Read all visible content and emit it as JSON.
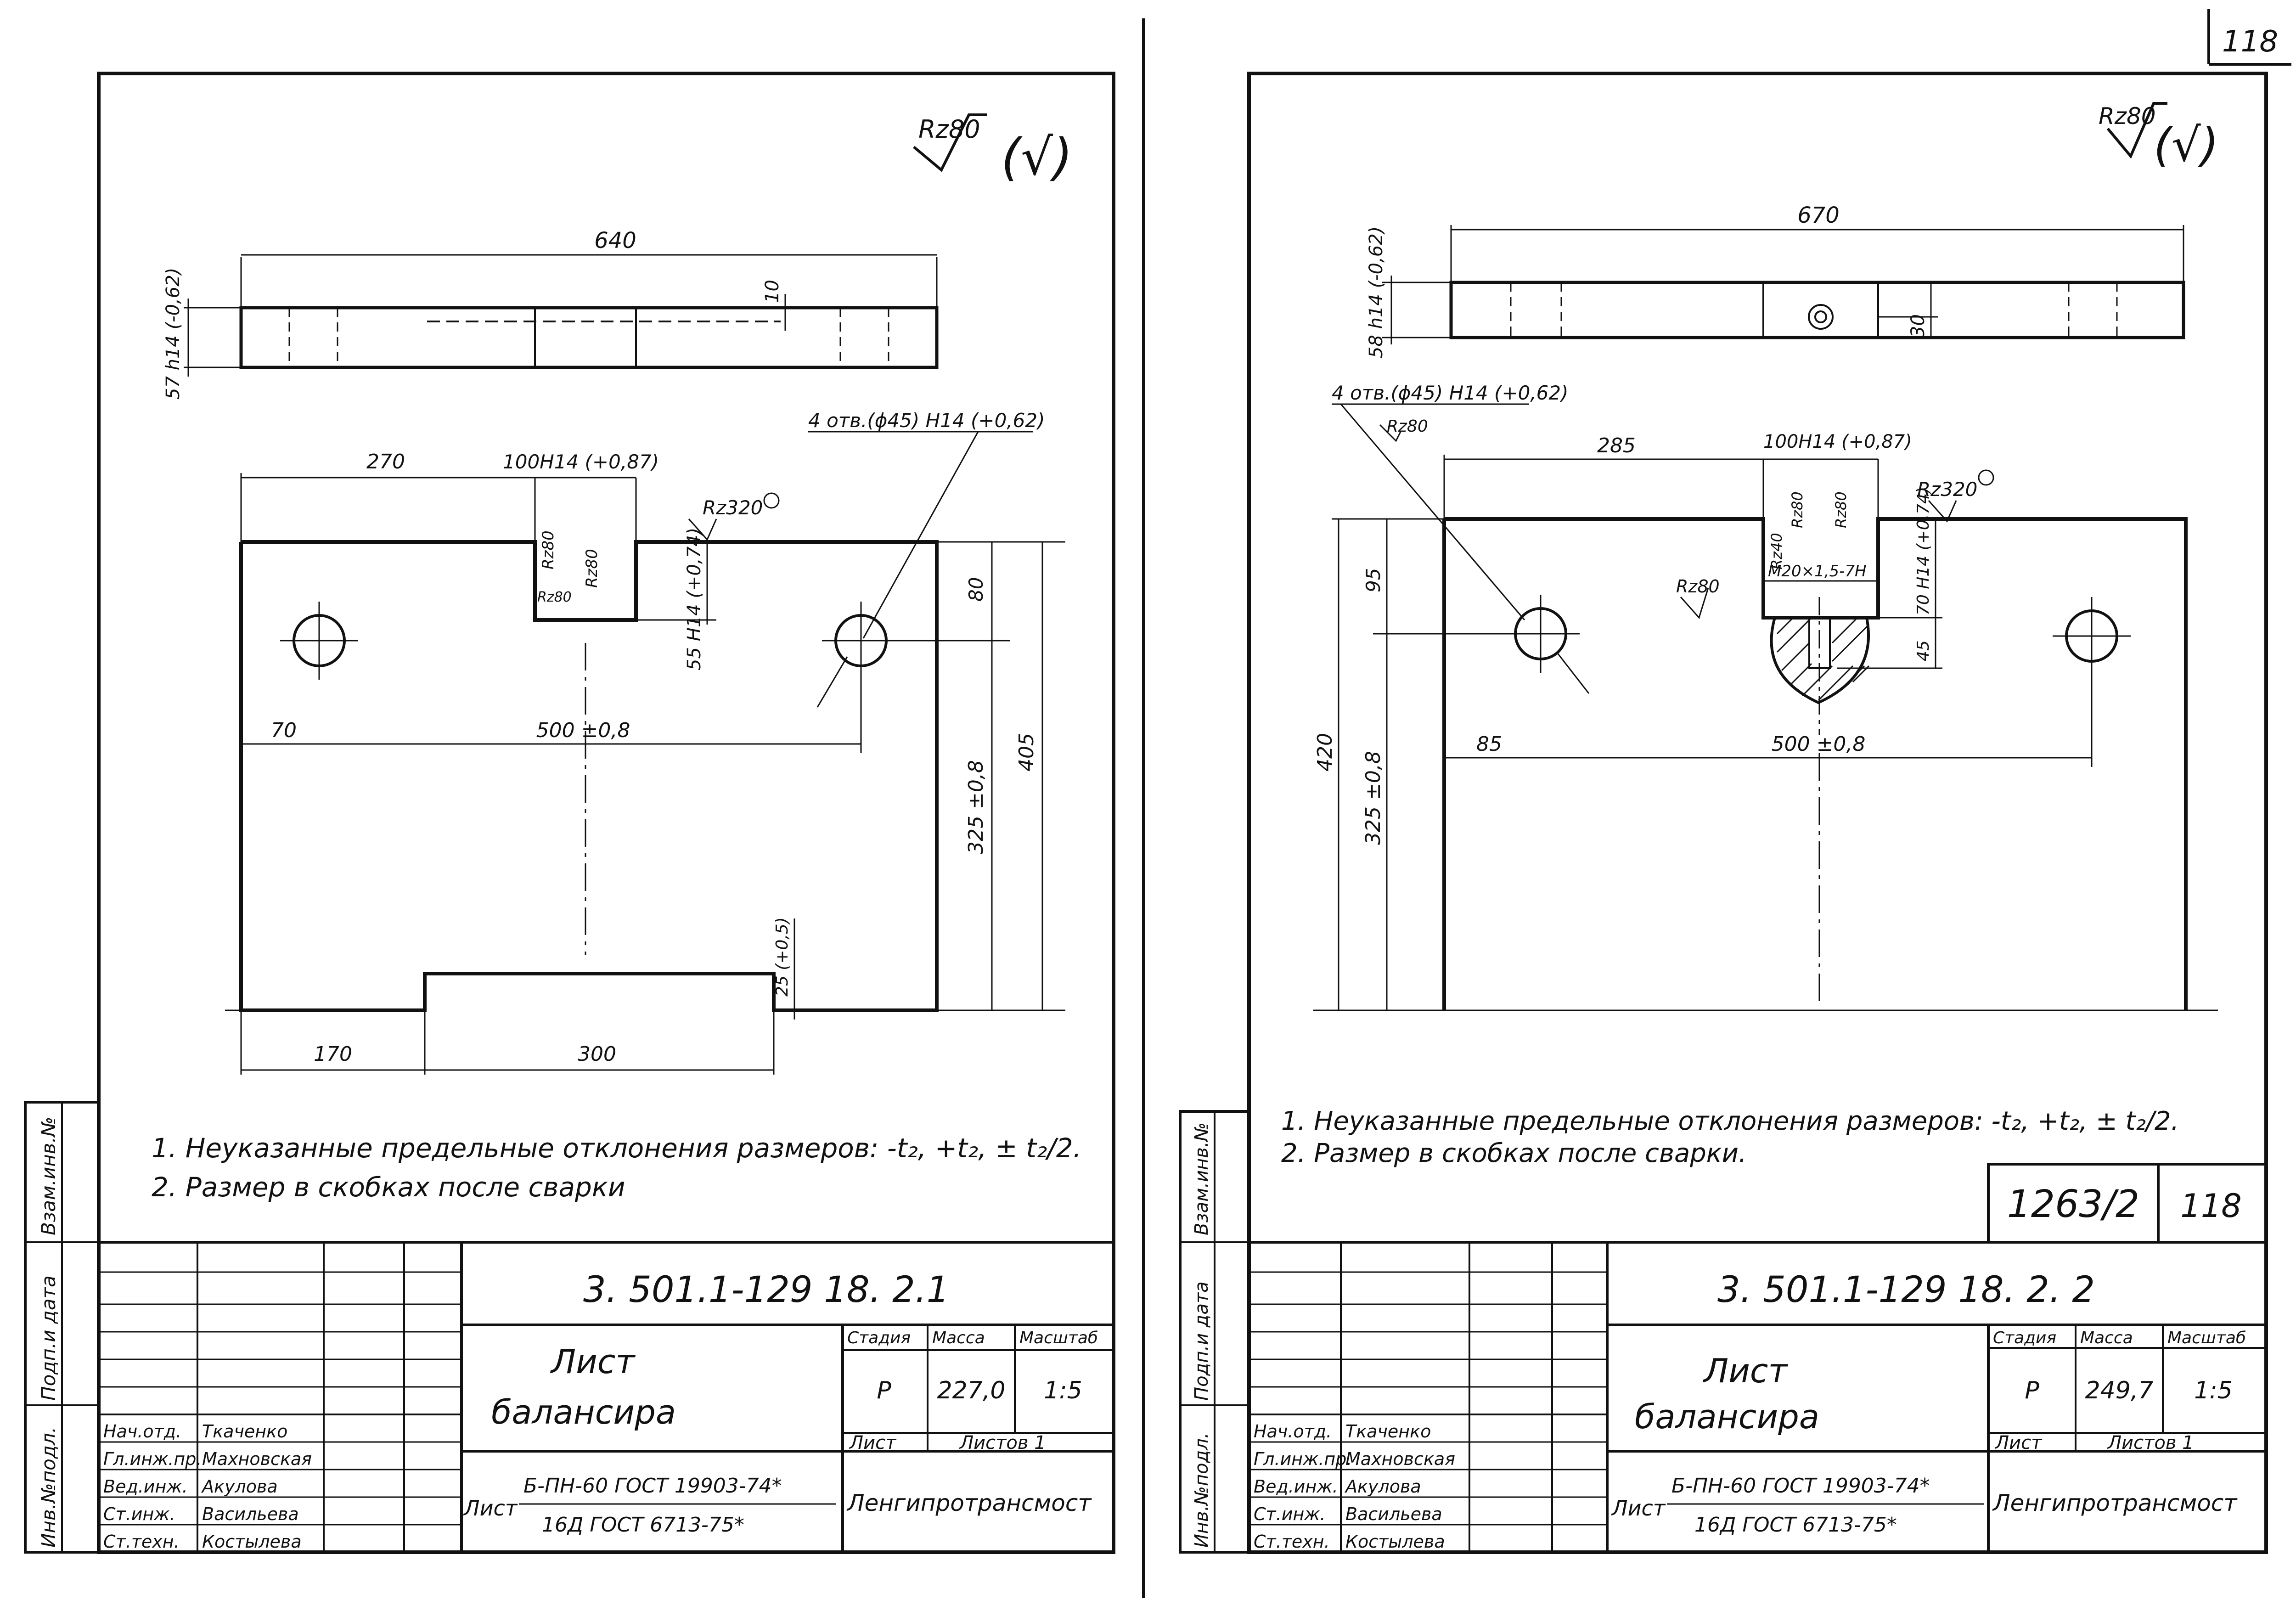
{
  "sheet_number": "118",
  "left": {
    "roughness_mark": "Rz80",
    "roughness_check": "(√)",
    "top_view": {
      "dim_length": "640",
      "dim_thickness": "57 h14 (-0,62)",
      "dim_slot_depth": "10"
    },
    "front_view": {
      "hole_callout": "4 отв.(ϕ45) H14 (+0,62)",
      "dim_left_to_slot": "270",
      "slot_callout": "100H14 (+0,87)",
      "rough_320": "Rz320",
      "slot_rz_side": "Rz80",
      "slot_rz_inner": "Rz80",
      "slot_rz_bottom": "Rz80",
      "slot_depth": "55 H14 (+0,74)",
      "dim_hole_from_top": "80",
      "dim_hole_x": "70",
      "dim_hole_spacing": "500 ±0,8",
      "dim_325": "325 ±0,8",
      "dim_405": "405",
      "dim_bottom_notch_h": "25 (+0,5)",
      "dim_170": "170",
      "dim_300": "300"
    },
    "notes": [
      "1. Неуказанные предельные отклонения размеров: -t₂, +t₂, ± t₂/2.",
      "2. Размер в скобках после сварки"
    ],
    "stamp": {
      "side_labels": [
        "Взам.инв.№",
        "Подп.и дата",
        "Инв.№подл."
      ],
      "designation": "3. 501.1-129 18. 2.1",
      "title_line1": "Лист",
      "title_line2": "балансира",
      "col_stage": "Стадия",
      "col_mass": "Масса",
      "col_scale": "Масштаб",
      "stage_value": "Р",
      "mass_value": "227,0",
      "scale_value": "1:5",
      "sheet_label": "Лист",
      "sheets_label": "Листов 1",
      "material_prefix": "Лист",
      "material_line1": "Б-ПН-60 ГОСТ 19903-74*",
      "material_line2": "16Д ГОСТ 6713-75*",
      "organization": "Ленгипротрансмост",
      "roles": [
        "Нач.отд.",
        "Гл.инж.пр.",
        "Вед.инж.",
        "Ст.инж.",
        "Ст.техн."
      ],
      "names": [
        "Ткаченко",
        "Махновская",
        "Акулова",
        "Васильева",
        "Костылева"
      ]
    }
  },
  "right": {
    "roughness_mark": "Rz80",
    "roughness_check": "(√)",
    "top_view": {
      "dim_length": "670",
      "dim_thickness": "58 h14 (-0,62)",
      "dim_30": "30"
    },
    "front_view": {
      "hole_callout": "4 отв.(ϕ45) H14 (+0,62)",
      "rough_hole": "Rz80",
      "dim_285": "285",
      "slot_callout": "100H14 (+0,87)",
      "rough_320": "Rz320",
      "slot_rz_a": "Rz40",
      "slot_rz_b": "Rz80",
      "slot_rz_c": "Rz80",
      "slot_rz_d": "Rz80",
      "thread": "M20×1,5-7H",
      "slot_depth": "70 H14 (+0,74)",
      "dim_45": "45",
      "dim_95": "95",
      "dim_85": "85",
      "dim_hole_spacing": "500 ±0,8",
      "dim_420": "420",
      "dim_325": "325 ±0,8"
    },
    "notes": [
      "1. Неуказанные предельные отклонения размеров: -t₂, +t₂, ± t₂/2.",
      "2. Размер в скобках после сварки."
    ],
    "order_box": {
      "order": "1263/2",
      "page": "118"
    },
    "stamp": {
      "side_labels": [
        "Взам.инв.№",
        "Подп.и дата",
        "Инв.№подл."
      ],
      "designation": "3. 501.1-129 18. 2. 2",
      "title_line1": "Лист",
      "title_line2": "балансира",
      "col_stage": "Стадия",
      "col_mass": "Масса",
      "col_scale": "Масштаб",
      "stage_value": "Р",
      "mass_value": "249,7",
      "scale_value": "1:5",
      "sheet_label": "Лист",
      "sheets_label": "Листов 1",
      "material_prefix": "Лист",
      "material_line1": "Б-ПН-60 ГОСТ 19903-74*",
      "material_line2": "16Д ГОСТ 6713-75*",
      "organization": "Ленгипротрансмост",
      "roles": [
        "Нач.отд.",
        "Гл.инж.пр.",
        "Вед.инж.",
        "Ст.инж.",
        "Ст.техн."
      ],
      "names": [
        "Ткаченко",
        "Махновская",
        "Акулова",
        "Васильева",
        "Костылева"
      ]
    }
  }
}
